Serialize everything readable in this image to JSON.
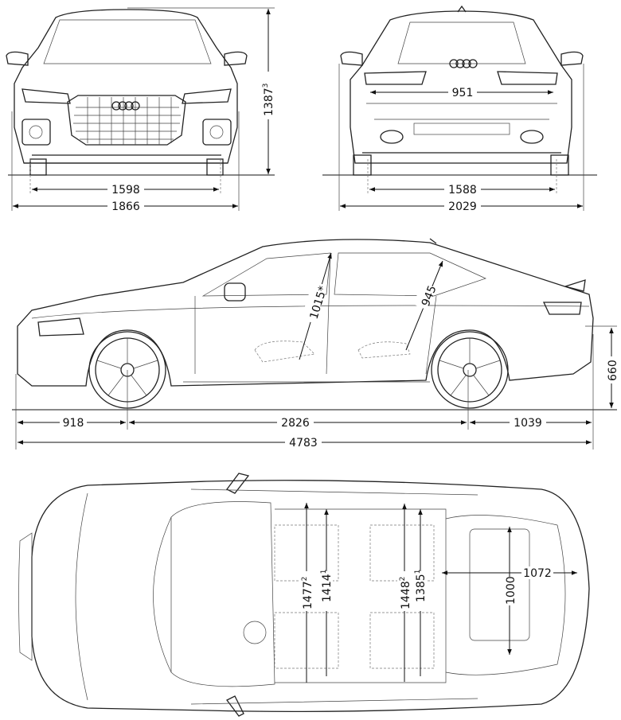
{
  "title": "Vehicle dimension drawing",
  "front_view": {
    "height": {
      "value": "1387",
      "note": "3"
    },
    "track": {
      "value": "1598"
    },
    "width": {
      "value": "1866"
    }
  },
  "rear_view": {
    "trunk_width": {
      "value": "951"
    },
    "track": {
      "value": "1588"
    },
    "width_mirrors": {
      "value": "2029"
    }
  },
  "side_view": {
    "headroom_front": {
      "value": "1015*"
    },
    "headroom_rear": {
      "value": "945"
    },
    "loading_height": {
      "value": "660"
    },
    "front_overhang": {
      "value": "918"
    },
    "wheelbase": {
      "value": "2826"
    },
    "rear_overhang": {
      "value": "1039"
    },
    "length": {
      "value": "4783"
    }
  },
  "top_view": {
    "front_shoulder": {
      "value": "1477",
      "note": "2"
    },
    "front_elbow": {
      "value": "1414",
      "note": "1"
    },
    "rear_shoulder": {
      "value": "1448",
      "note": "2"
    },
    "rear_elbow": {
      "value": "1385",
      "note": "1"
    },
    "trunk_width": {
      "value": "1000"
    },
    "trunk_length": {
      "value": "1072"
    }
  }
}
